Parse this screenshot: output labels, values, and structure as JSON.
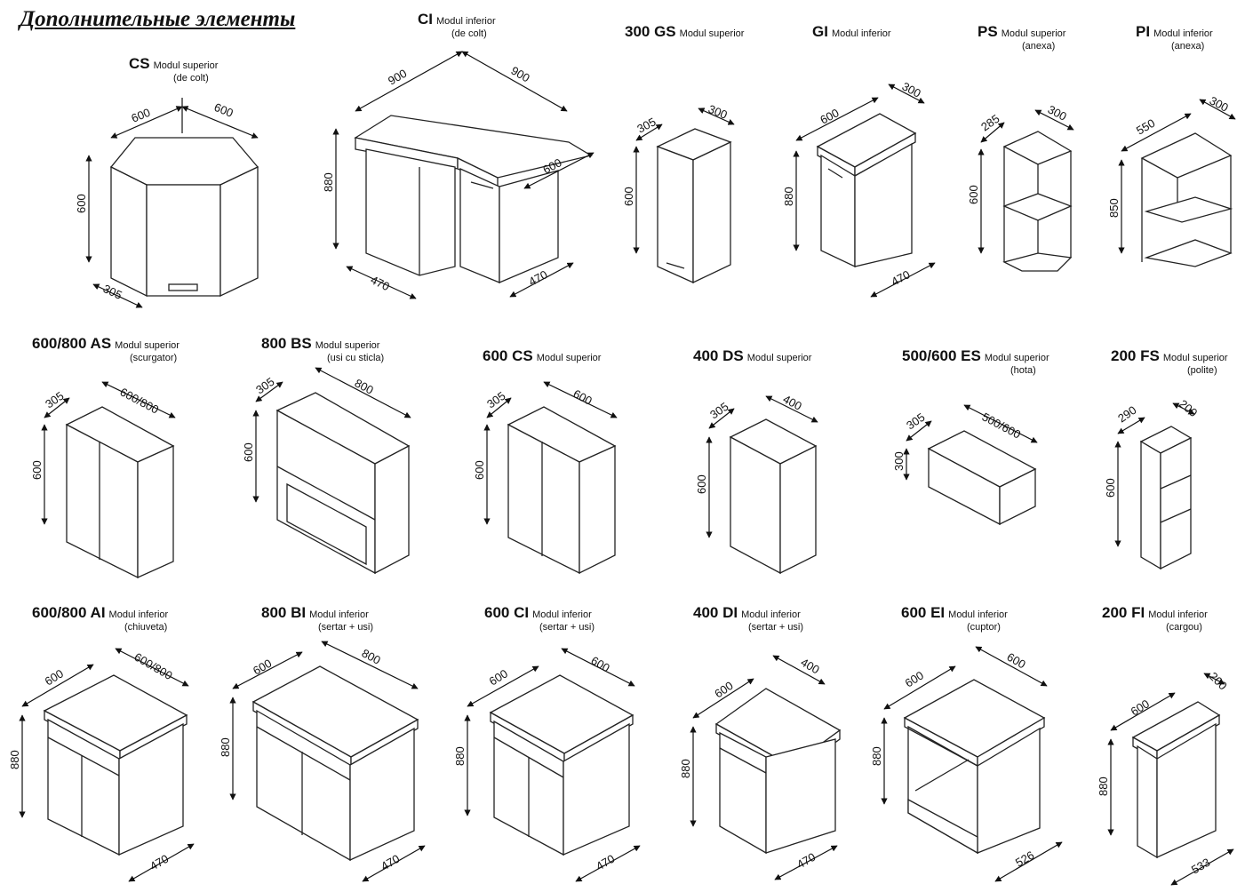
{
  "title": "Дополнительные элементы",
  "modules": [
    {
      "code": "CS",
      "desc": "Modul superior",
      "sub": "(de colt)",
      "dims": {
        "d1": "600",
        "d2": "600",
        "h": "600",
        "d": "305"
      }
    },
    {
      "code": "CI",
      "desc": "Modul inferior",
      "sub": "(de colt)",
      "dims": {
        "w1": "900",
        "w2": "900",
        "h": "880",
        "d": "600",
        "f1": "470",
        "f2": "470"
      }
    },
    {
      "code": "300 GS",
      "desc": "Modul superior",
      "sub": "",
      "dims": {
        "d": "305",
        "w": "300",
        "h": "600"
      }
    },
    {
      "code": "GI",
      "desc": "Modul inferior",
      "sub": "",
      "dims": {
        "d": "600",
        "w": "300",
        "h": "880",
        "f": "470"
      }
    },
    {
      "code": "PS",
      "desc": "Modul superior",
      "sub": "(anexa)",
      "dims": {
        "d": "285",
        "w": "300",
        "h": "600"
      }
    },
    {
      "code": "PI",
      "desc": "Modul inferior",
      "sub": "(anexa)",
      "dims": {
        "d": "550",
        "w": "300",
        "h": "850"
      }
    },
    {
      "code": "600/800 AS",
      "desc": "Modul superior",
      "sub": "(scurgator)",
      "dims": {
        "d": "305",
        "w": "600/800",
        "h": "600"
      }
    },
    {
      "code": "800 BS",
      "desc": "Modul superior",
      "sub": "(usi cu sticla)",
      "dims": {
        "d": "305",
        "w": "800",
        "h": "600"
      }
    },
    {
      "code": "600 CS",
      "desc": "Modul superior",
      "sub": "",
      "dims": {
        "d": "305",
        "w": "600",
        "h": "600"
      }
    },
    {
      "code": "400 DS",
      "desc": "Modul superior",
      "sub": "",
      "dims": {
        "d": "305",
        "w": "400",
        "h": "600"
      }
    },
    {
      "code": "500/600 ES",
      "desc": "Modul superior",
      "sub": "(hota)",
      "dims": {
        "d": "305",
        "w": "500/600",
        "h": "300"
      }
    },
    {
      "code": "200 FS",
      "desc": "Modul superior",
      "sub": "(polite)",
      "dims": {
        "d": "290",
        "w": "200",
        "h": "600"
      }
    },
    {
      "code": "600/800 AI",
      "desc": "Modul inferior",
      "sub": "(chiuveta)",
      "dims": {
        "d": "600",
        "w": "600/800",
        "h": "880",
        "f": "470"
      }
    },
    {
      "code": "800 BI",
      "desc": "Modul inferior",
      "sub": "(sertar + usi)",
      "dims": {
        "d": "600",
        "w": "800",
        "h": "880",
        "f": "470"
      }
    },
    {
      "code": "600 CI",
      "desc": "Modul inferior",
      "sub": "(sertar + usi)",
      "dims": {
        "d": "600",
        "w": "600",
        "h": "880",
        "f": "470"
      }
    },
    {
      "code": "400 DI",
      "desc": "Modul inferior",
      "sub": "(sertar + usi)",
      "dims": {
        "d": "600",
        "w": "400",
        "h": "880",
        "f": "470"
      }
    },
    {
      "code": "600 EI",
      "desc": "Modul inferior",
      "sub": "(cuptor)",
      "dims": {
        "d": "600",
        "w": "600",
        "h": "880",
        "f": "526"
      }
    },
    {
      "code": "200 FI",
      "desc": "Modul inferior",
      "sub": "(cargou)",
      "dims": {
        "d": "600",
        "w": "200",
        "h": "880",
        "f": "533"
      }
    }
  ]
}
